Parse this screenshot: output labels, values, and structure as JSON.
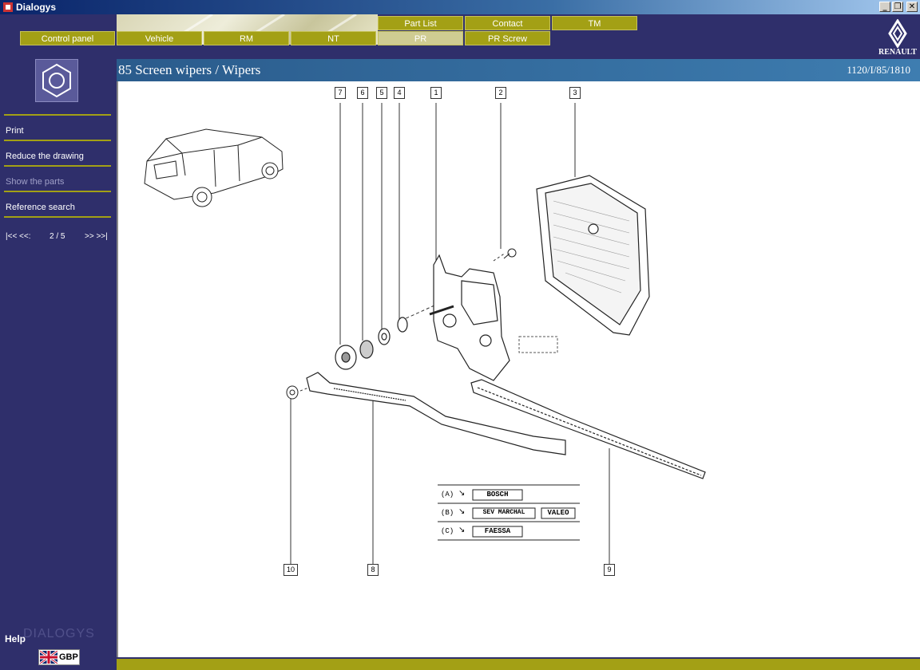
{
  "window": {
    "title": "Dialogys",
    "buttons": {
      "minimize": "_",
      "restore": "❐",
      "close": "✕"
    }
  },
  "header": {
    "top_tabs": [
      "Part List",
      "Contact",
      "TM"
    ],
    "bottom_tabs": [
      "Control panel",
      "Vehicle",
      "RM",
      "NT",
      "PR",
      "PR Screw"
    ],
    "active_tab": "PR",
    "brand": "RENAULT"
  },
  "sidebar": {
    "items": [
      "Print",
      "Reduce the drawing",
      "Show the parts",
      "Reference search"
    ],
    "pager": {
      "first_prev": "|<< <<:",
      "position": "2 / 5",
      "next_last": ">> >>|"
    },
    "help": "Help",
    "watermark": "DIALOGYS",
    "currency": "GBP"
  },
  "page": {
    "title": "85 Screen wipers / Wipers",
    "reference": "1120/I/85/1810"
  },
  "diagram": {
    "callouts": [
      "7",
      "6",
      "5",
      "4",
      "1",
      "2",
      "3",
      "10",
      "8",
      "9"
    ],
    "legend": [
      {
        "tag": "(A)",
        "brands": [
          "BOSCH"
        ]
      },
      {
        "tag": "(B)",
        "brands": [
          "SEV MARCHAL",
          "VALEO"
        ]
      },
      {
        "tag": "(C)",
        "brands": [
          "FAESSA"
        ]
      }
    ]
  },
  "colors": {
    "navy": "#2f2f6b",
    "olive": "#a3a015",
    "titleblue": "#2a5b8c"
  }
}
